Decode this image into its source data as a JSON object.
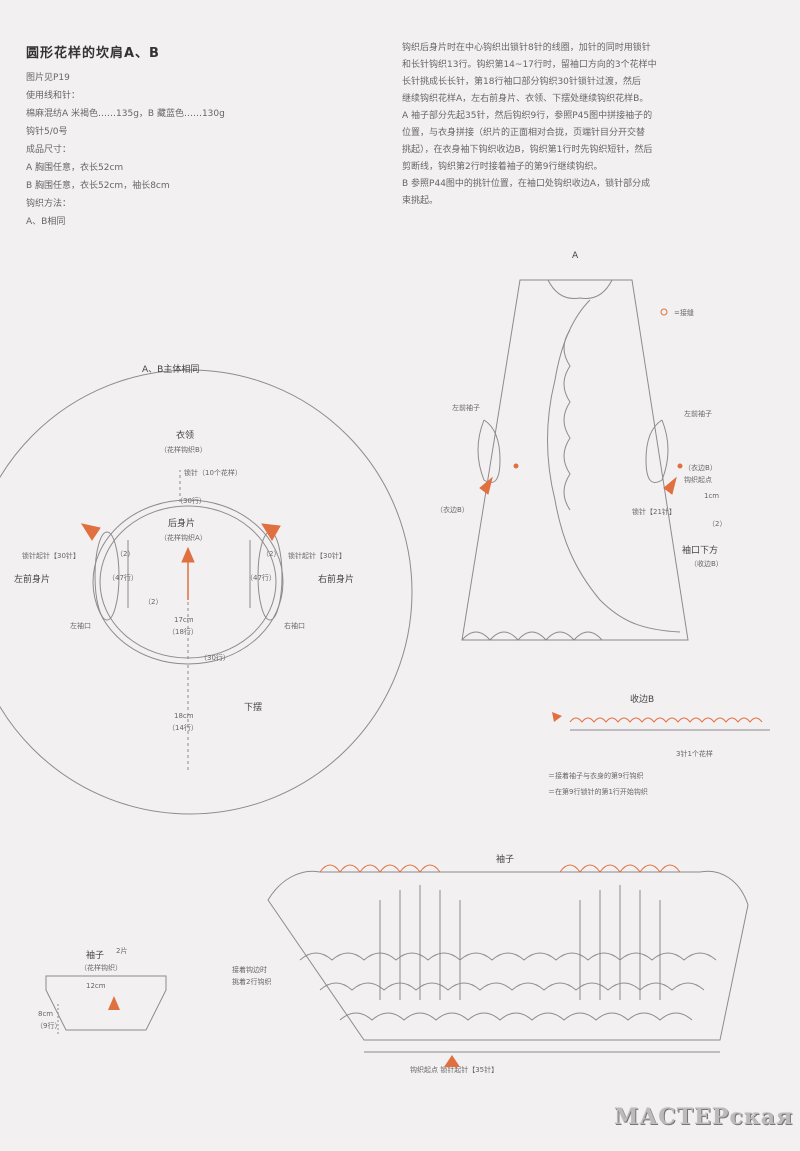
{
  "pattern": {
    "title": "圆形花样的坎肩A、B",
    "lines": [
      "图片见P19",
      "使用线和针：",
      "棉麻混纺A 米褐色……135g，B 藏蓝色……130g",
      "钩针5/0号",
      "成品尺寸：",
      "A 胸围任意，衣长52cm",
      "B 胸围任意，衣长52cm，袖长8cm",
      "钩织方法：",
      "A、B相同"
    ]
  },
  "instructions": [
    "钩织后身片时在中心钩织出锁针8针的线圈，加针的同时用锁针",
    "和长针钩织13行。钩织第14~17行时，留袖口方向的3个花样中",
    "长针挑成长长针，第18行袖口部分钩织30针锁针过渡，然后",
    "继续钩织花样A，左右前身片、衣领、下摆处继续钩织花样B。",
    "A 袖子部分先起35针，然后钩织9行，参照P45图中拼接袖子的",
    "位置，与衣身拼接（织片的正面相对合拢，页端针目分开交替",
    "挑起），在衣身袖下钩织收边B，钩织第1行时先钩织短针，然后",
    "剪断线，钩织第2行时接着袖子的第9行继续钩织。",
    "B 参照P44图中的挑针位置，在袖口处钩织收边A，锁针部分成",
    "束挑起。"
  ],
  "circle_diagram": {
    "heading": "A、B主体相同",
    "collar": "衣领",
    "collar_pattern": "（花样钩织B）",
    "collar_chain": "锁针（10个花样）",
    "collar_rows": "（30行）",
    "back": "后身片",
    "back_pattern": "（花样钩织A）",
    "left_front": "左前身片",
    "right_front": "右前身片",
    "left_chain": "锁针起针【30针】",
    "right_chain": "锁针起针【30针】",
    "left_armhole": "左袖口",
    "right_armhole": "右袖口",
    "left_rows": "（47行）",
    "right_rows": "（47行）",
    "left_small": "（2）",
    "left_small2": "（2）",
    "right_small": "（2）",
    "center_cm": "17cm",
    "center_rows": "（18行）",
    "hem_rows": "（30行）",
    "hem": "下摆",
    "hem_cm": "18cm",
    "hem_rows2": "（14行）"
  },
  "vest_diagram": {
    "label": "A",
    "legend": "=接缝",
    "left_sleeve": "左前袖子",
    "right_sleeve": "左前袖子",
    "edge_left": "（衣边B）",
    "edge_right": "（衣边B）",
    "start_point": "钩织起点",
    "one_cm": "1cm",
    "rows_21": "（2）",
    "chain_21": "锁针【21针】",
    "under_sleeve": "袖口下方",
    "under_sleeve_sub": "（收边B）"
  },
  "edge_b": {
    "title": "收边B",
    "count": "3针1个花样",
    "note1": "＝接着袖子与衣身的第9行钩织",
    "note2": "＝在第9行锁针的第1行开始钩织"
  },
  "sleeve_chart": {
    "title": "袖子",
    "join_note": "接着钩边时",
    "join_note2": "挑着2行钩织",
    "bottom": "钩织起点  锁针起针【35针】"
  },
  "sleeve_small": {
    "title": "袖子",
    "sub": "2片",
    "pattern": "（花样钩织）",
    "width": "12cm",
    "height": "8cm",
    "rows": "（9行）"
  },
  "colors": {
    "line": "#8e8a8e",
    "accent": "#e0703f",
    "bg": "#f3f0f2"
  },
  "watermark": "МАСТЕРская"
}
